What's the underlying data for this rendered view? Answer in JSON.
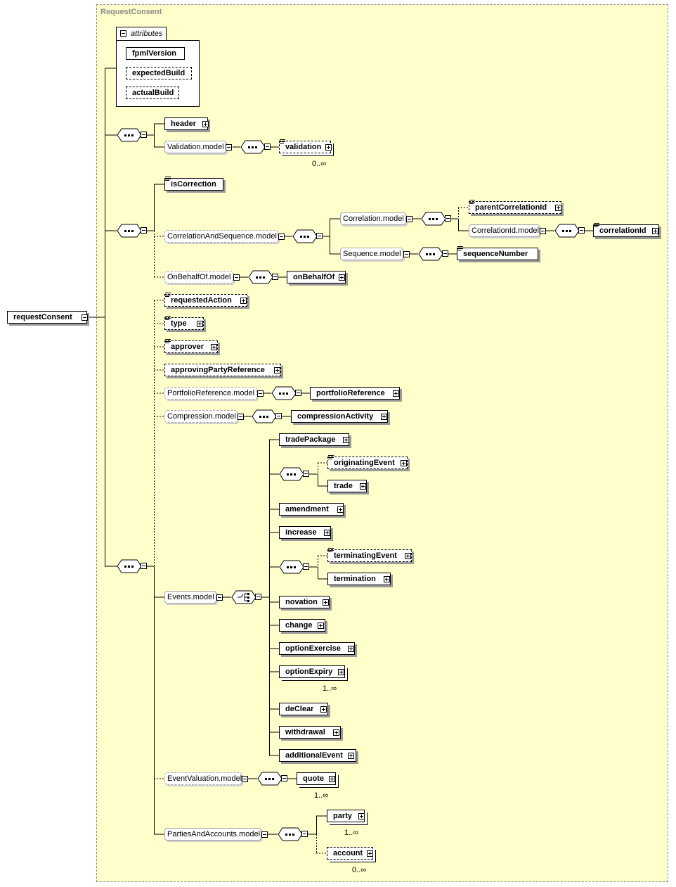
{
  "diagram": {
    "container_title": "RequestConsent",
    "root": "requestConsent",
    "attributes_label": "attributes",
    "attributes": [
      "fpmlVersion",
      "expectedBuild",
      "actualBuild"
    ],
    "group1": {
      "header": "header",
      "validation_model": "Validation.model",
      "validation": "validation",
      "validation_card": "0..∞"
    },
    "group2": {
      "isCorrection": "isCorrection",
      "correlation_and_sequence_model": "CorrelationAndSequence.model",
      "correlation_model": "Correlation.model",
      "parentCorrelationId": "parentCorrelationId",
      "correlationId_model": "CorrelationId.model",
      "correlationId": "correlationId",
      "sequence_model": "Sequence.model",
      "sequenceNumber": "sequenceNumber",
      "onbehalfof_model": "OnBehalfOf.model",
      "onBehalfOf": "onBehalfOf"
    },
    "group3": {
      "requestedAction": "requestedAction",
      "type": "type",
      "approver": "approver",
      "approvingPartyReference": "approvingPartyReference",
      "portfolio_model": "PortfolioReference.model",
      "portfolioReference": "portfolioReference",
      "compression_model": "Compression.model",
      "compressionActivity": "compressionActivity",
      "events_model": "Events.model",
      "events": {
        "tradePackage": "tradePackage",
        "originatingEvent": "originatingEvent",
        "trade": "trade",
        "amendment": "amendment",
        "increase": "increase",
        "terminatingEvent": "terminatingEvent",
        "termination": "termination",
        "novation": "novation",
        "change": "change",
        "optionExercise": "optionExercise",
        "optionExpiry": "optionExpiry",
        "optionExpiry_card": "1..∞",
        "deClear": "deClear",
        "withdrawal": "withdrawal",
        "additionalEvent": "additionalEvent"
      },
      "eventvaluation_model": "EventValuation.model",
      "quote": "quote",
      "quote_card": "1..∞",
      "parties_model": "PartiesAndAccounts.model",
      "party": "party",
      "party_card": "1..∞",
      "account": "account",
      "account_card": "0..∞"
    }
  }
}
